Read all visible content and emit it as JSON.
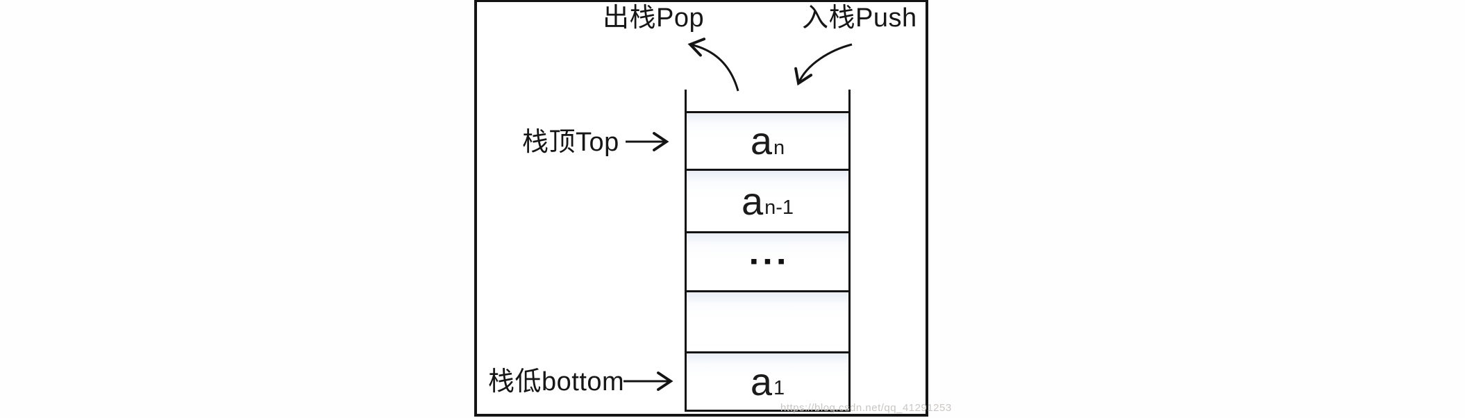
{
  "diagram": {
    "type": "stack-structure-diagram",
    "top_actions": {
      "pop_label": "出栈Pop",
      "push_label": "入栈Push"
    },
    "pointers": {
      "top_label": "栈顶Top",
      "bottom_label": "栈低bottom"
    },
    "stack": {
      "cells": [
        {
          "base": "a",
          "sub": "n"
        },
        {
          "base": "a",
          "sub": "n-1"
        },
        {
          "symbol": "▪▪▪"
        },
        {
          "base": "",
          "sub": ""
        },
        {
          "base": "a",
          "sub": "1"
        }
      ],
      "open_top": true
    },
    "watermark": "https://blog.csdn.net/qq_41291253",
    "colors": {
      "line": "#141414",
      "text": "#161616",
      "cell_tint": "#e8eef5",
      "watermark": "#c9c6c3",
      "background": "#ffffff"
    }
  }
}
